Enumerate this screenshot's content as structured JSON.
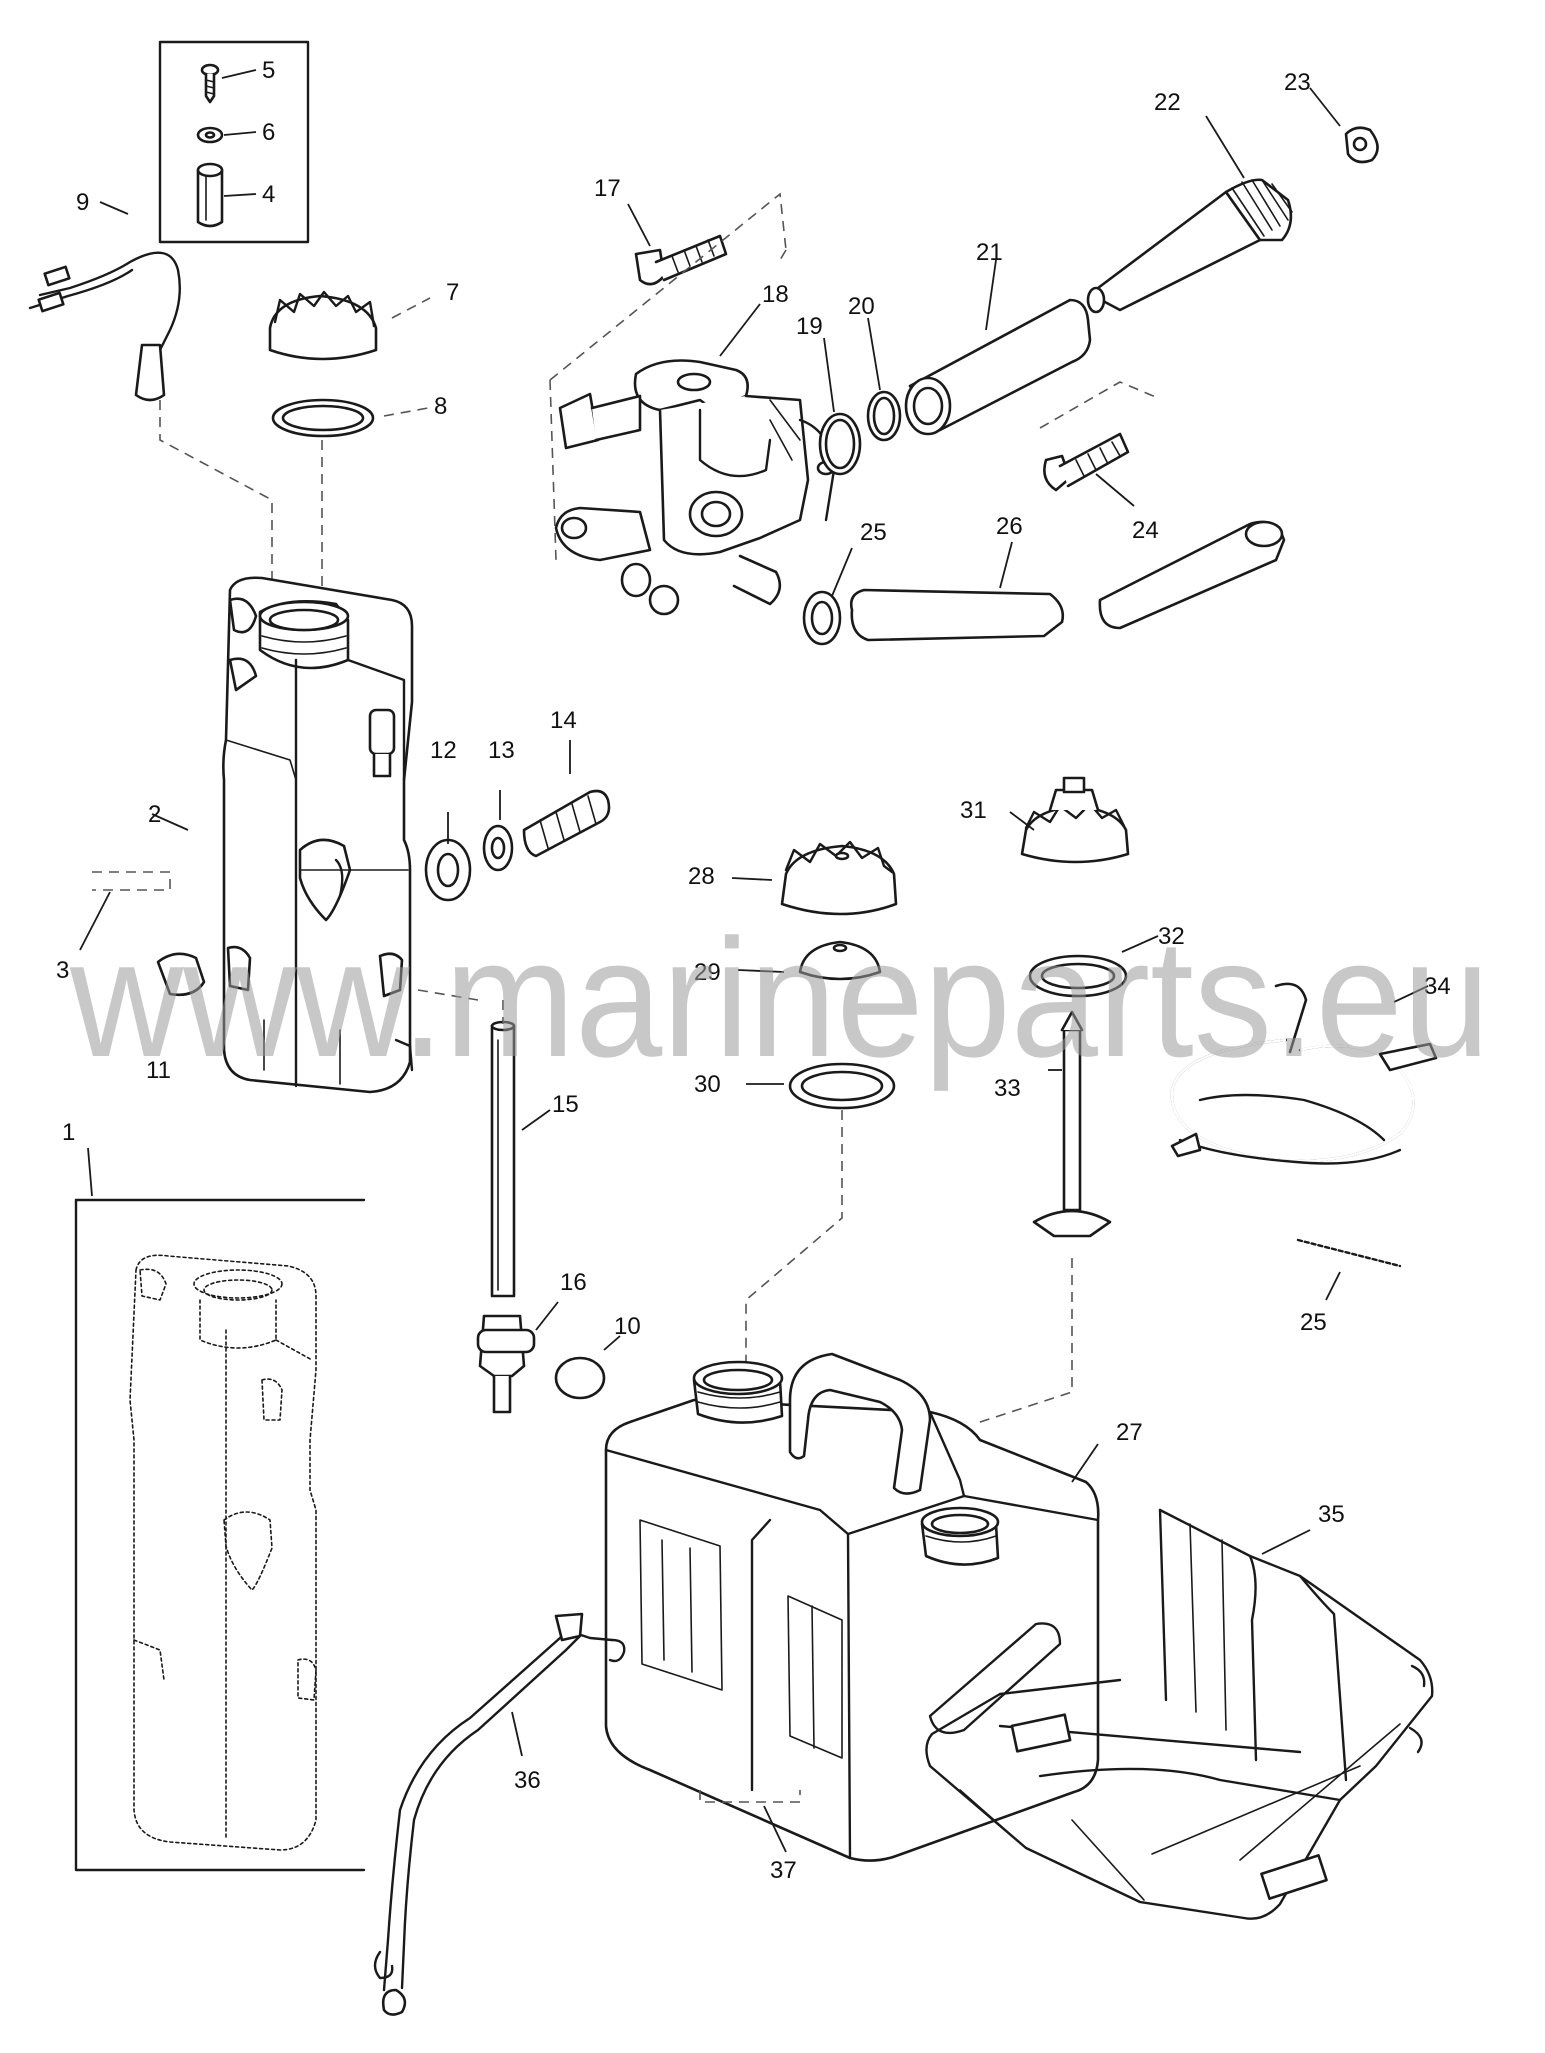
{
  "diagram": {
    "callouts": {
      "p1": "1",
      "p2": "2",
      "p3": "3",
      "p4": "4",
      "p5": "5",
      "p6": "6",
      "p7": "7",
      "p8": "8",
      "p9": "9",
      "p10": "10",
      "p11": "11",
      "p12": "12",
      "p13": "13",
      "p14": "14",
      "p15": "15",
      "p16": "16",
      "p17": "17",
      "p18": "18",
      "p19": "19",
      "p20": "20",
      "p21": "21",
      "p22": "22",
      "p23": "23",
      "p24": "24",
      "p25a": "25",
      "p25b": "25",
      "p26": "26",
      "p27": "27",
      "p28": "28",
      "p29": "29",
      "p30": "30",
      "p31": "31",
      "p32": "32",
      "p33": "33",
      "p34": "34",
      "p35": "35",
      "p36": "36",
      "p37": "37"
    },
    "watermark": "www.marineparts.eu"
  }
}
